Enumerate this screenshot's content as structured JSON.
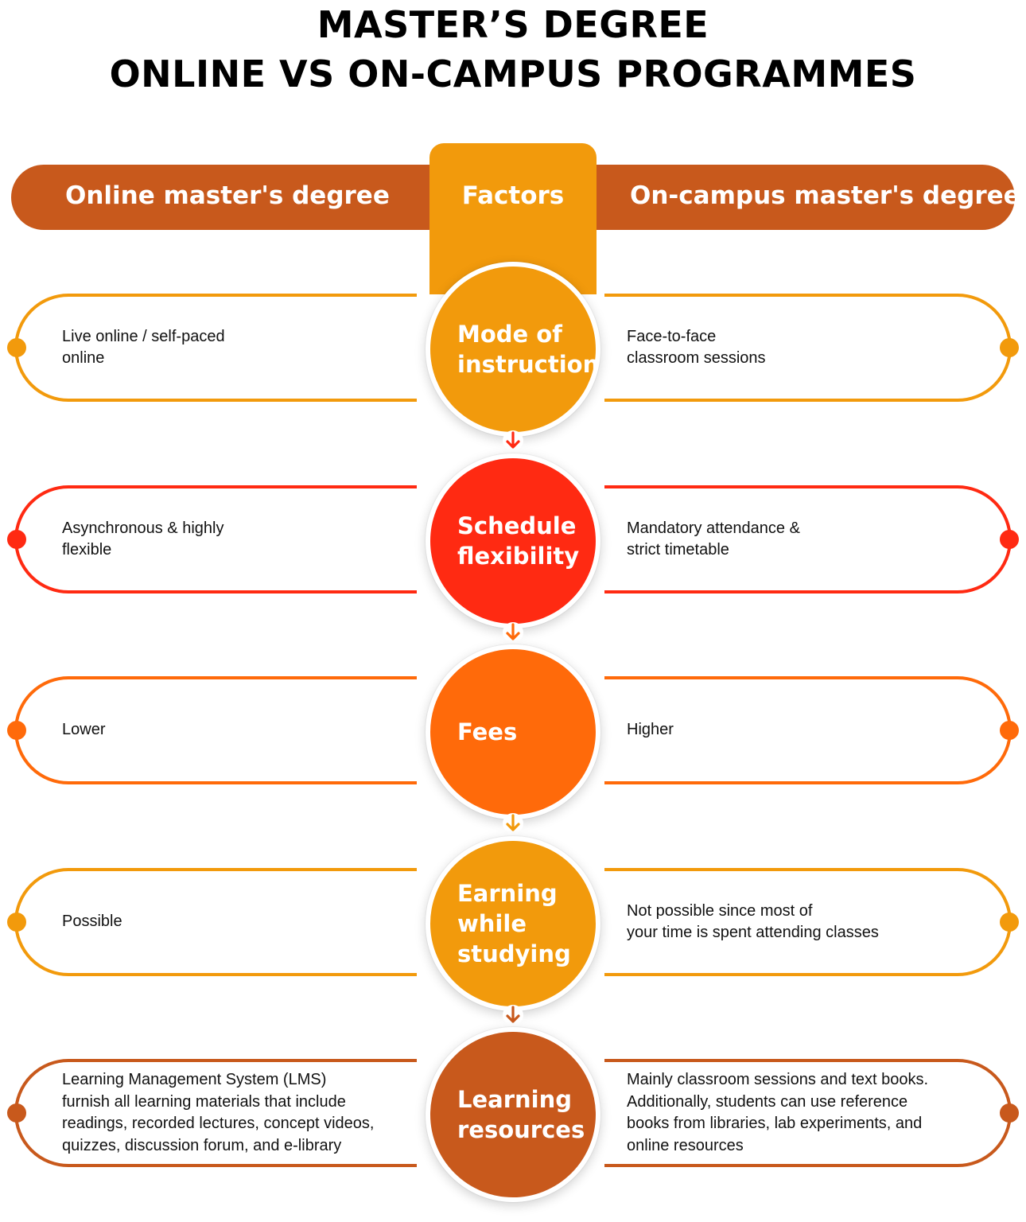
{
  "title": {
    "line1": "MASTER’S DEGREE",
    "line2": "ONLINE VS ON-CAMPUS PROGRAMMES"
  },
  "header": {
    "left": "Online master's degree",
    "middle": "Factors",
    "right": "On-campus master's degree"
  },
  "colors": {
    "header_bar": "#C8591C",
    "header_tab": "#F29A0C",
    "amber": "#F29A0C",
    "red": "#FF2A12",
    "orange": "#FF6A0A",
    "rust": "#C8591C"
  },
  "rows": [
    {
      "factor": "Mode of\ninstruction",
      "online": "Live online / self-paced\nonline",
      "campus": "Face-to-face\nclassroom sessions",
      "color": "#F29A0C"
    },
    {
      "factor": "Schedule\nflexibility",
      "online": "Asynchronous & highly\nflexible",
      "campus": "Mandatory attendance &\nstrict timetable",
      "color": "#FF2A12"
    },
    {
      "factor": "Fees",
      "online": "Lower",
      "campus": "Higher",
      "color": "#FF6A0A"
    },
    {
      "factor": "Earning\nwhile\nstudying",
      "online": "Possible",
      "campus": "Not possible since most of\nyour time is spent attending classes",
      "color": "#F29A0C"
    },
    {
      "factor": "Learning\nresources",
      "online": "Learning Management System (LMS)\nfurnish all learning materials that include\nreadings, recorded lectures, concept videos,\nquizzes, discussion forum, and e-library",
      "campus": "Mainly classroom sessions and text books.\nAdditionally, students can use reference\nbooks from libraries, lab experiments, and\nonline resources",
      "color": "#C8591C"
    }
  ],
  "icons": {
    "connector": "down-arrow-icon",
    "bullet": "dot-icon"
  }
}
